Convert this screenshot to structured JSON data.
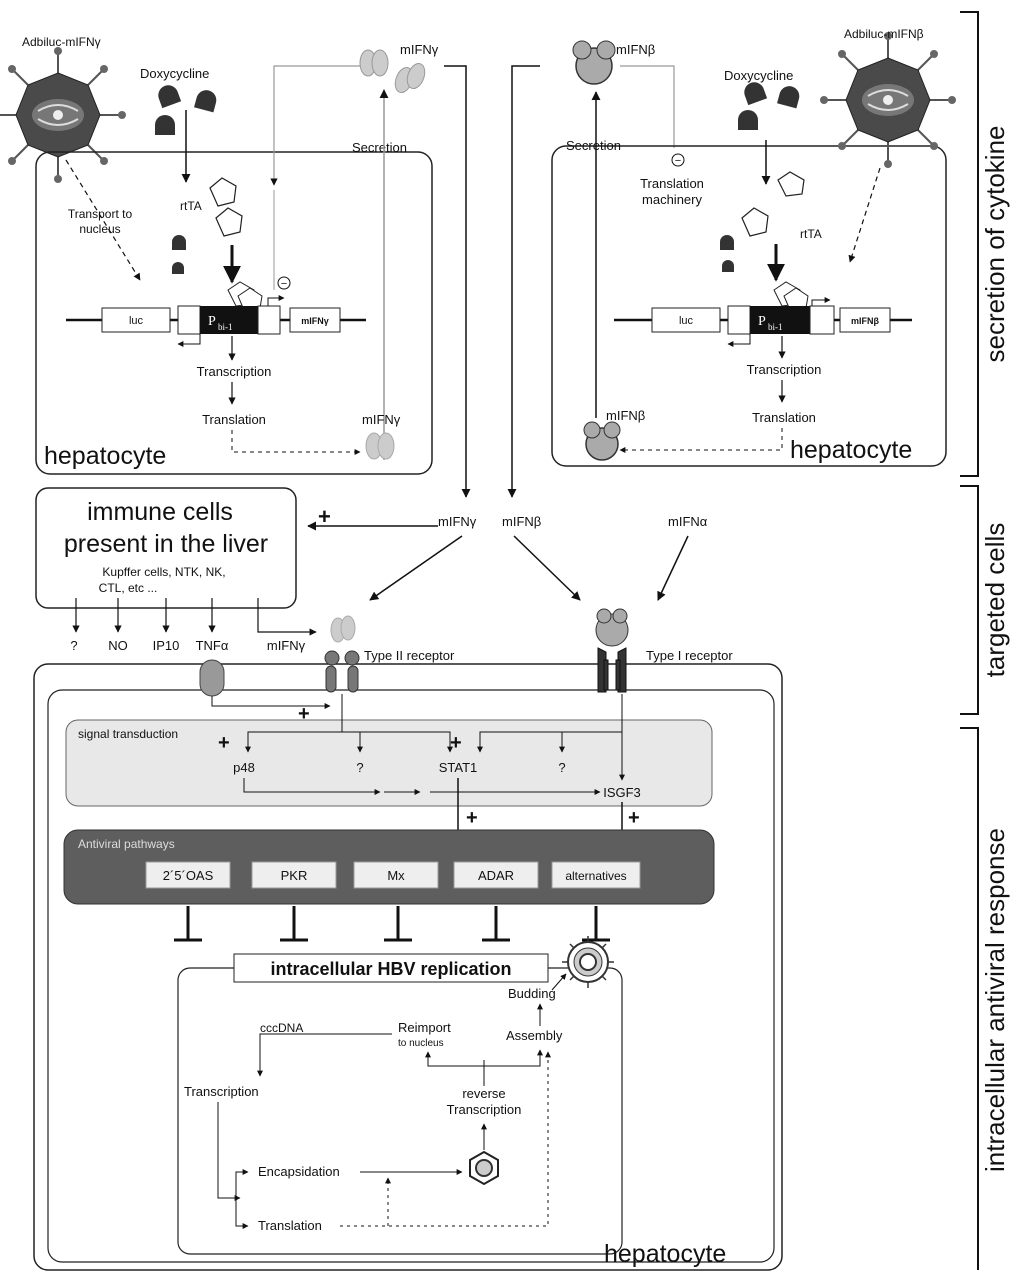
{
  "top_left": {
    "virus_label": "Adbiluc-mIFNγ",
    "doxycycline": "Doxycycline",
    "cytokine_top": "mIFNγ",
    "secretion": "Secretion",
    "transport_line1": "Transport to",
    "transport_line2": "nucleus",
    "rtta": "rtTA",
    "luc": "luc",
    "promoter": "P",
    "promoter_sub": "bi-1",
    "gene": "mIFNγ",
    "transcription": "Transcription",
    "translation": "Translation",
    "cytokine_inside": "mIFNγ",
    "cell_label": "hepatocyte",
    "minus": "−"
  },
  "top_right": {
    "virus_label": "Adbiluc-mIFNβ",
    "doxycycline": "Doxycycline",
    "cytokine_top": "mIFNβ",
    "secretion": "Secretion",
    "translation_machinery_line1": "Translation",
    "translation_machinery_line2": "machinery",
    "rtta": "rtTA",
    "luc": "luc",
    "promoter": "P",
    "promoter_sub": "bi-1",
    "gene": "mIFNβ",
    "transcription": "Transcription",
    "translation": "Translation",
    "cytokine_inside": "mIFNβ",
    "cell_label": "hepatocyte",
    "minus": "−"
  },
  "immune": {
    "title_line1": "immune cells",
    "title_line2": "present in the liver",
    "sub_line1": "Kupffer cells, NTK, NK,",
    "sub_line2": "CTL, etc ...",
    "outputs": [
      "?",
      "NO",
      "IP10",
      "TNFα",
      "mIFNγ"
    ],
    "plus": "+"
  },
  "middle": {
    "ifn_gamma": "mIFNγ",
    "ifn_beta": "mIFNβ",
    "ifn_alpha": "mIFNα",
    "type2_receptor": "Type II receptor",
    "type1_receptor": "Type I receptor"
  },
  "signal": {
    "title": "signal transduction",
    "p48": "p48",
    "q1": "?",
    "stat1": "STAT1",
    "q2": "?",
    "isgf3": "ISGF3",
    "plus": "+"
  },
  "antiviral": {
    "title": "Antiviral pathways",
    "items": [
      "2´5´OAS",
      "PKR",
      "Mx",
      "ADAR",
      "alternatives"
    ]
  },
  "hbv": {
    "title": "intracellular HBV replication",
    "budding": "Budding",
    "cccdna": "cccDNA",
    "reimport_line1": "Reimport",
    "reimport_line2": "to nucleus",
    "assembly": "Assembly",
    "transcription": "Transcription",
    "reverse_line1": "reverse",
    "reverse_line2": "Transcription",
    "encapsidation": "Encapsidation",
    "translation": "Translation",
    "cell_label": "hepatocyte"
  },
  "side_labels": {
    "secretion": "secretion of cytokine",
    "targeted": "targeted cells",
    "antiviral": "intracellular antiviral response"
  }
}
